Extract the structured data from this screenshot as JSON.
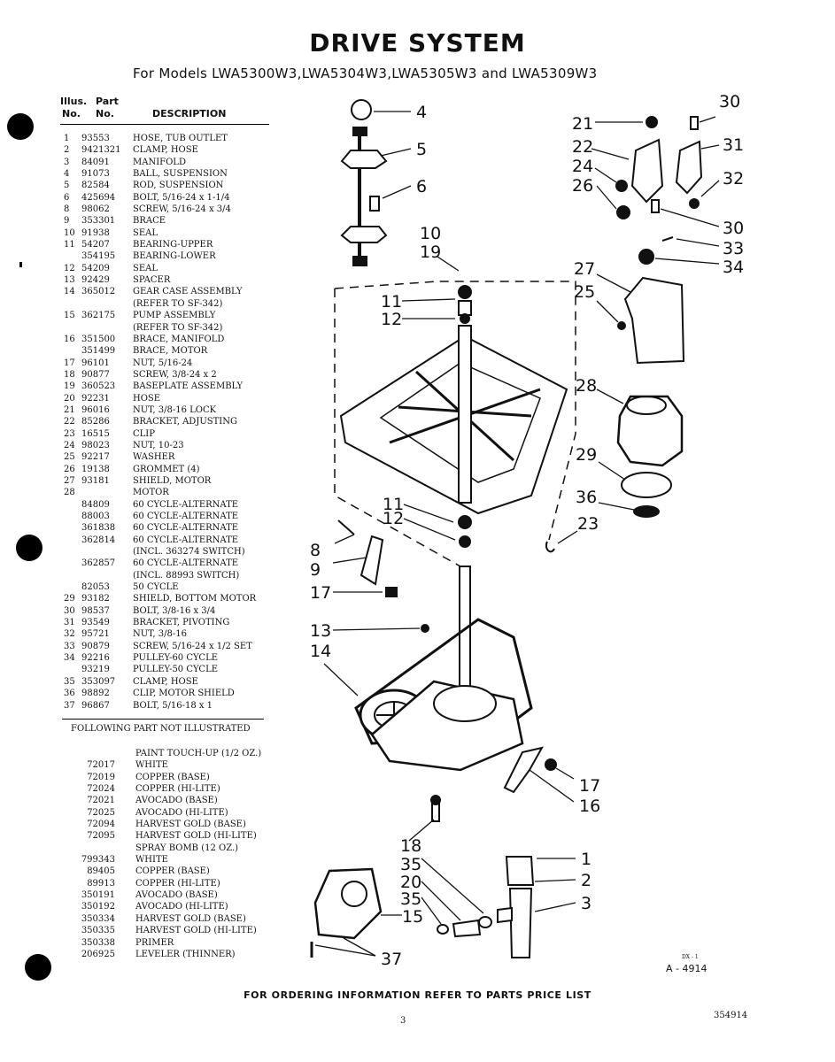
{
  "title": "DRIVE SYSTEM",
  "subtitle": "For Models LWA5300W3,LWA5304W3,LWA5305W3 and LWA5309W3",
  "table_header": {
    "illus_line1": "Illus.",
    "illus_line2": "No.",
    "part_line1": "Part",
    "part_line2": "No.",
    "description": "DESCRIPTION"
  },
  "parts": [
    {
      "no": "1",
      "part": "93553",
      "desc": "HOSE, TUB OUTLET"
    },
    {
      "no": "2",
      "part": "9421321",
      "desc": "CLAMP, HOSE"
    },
    {
      "no": "3",
      "part": "84091",
      "desc": "MANIFOLD"
    },
    {
      "no": "4",
      "part": "91073",
      "desc": "BALL, SUSPENSION"
    },
    {
      "no": "5",
      "part": "82584",
      "desc": "ROD, SUSPENSION"
    },
    {
      "no": "6",
      "part": "425694",
      "desc": "BOLT, 5/16-24 x 1-1/4"
    },
    {
      "no": "8",
      "part": "98062",
      "desc": "SCREW, 5/16-24 x 3/4"
    },
    {
      "no": "9",
      "part": "353301",
      "desc": "BRACE"
    },
    {
      "no": "10",
      "part": "91938",
      "desc": "SEAL"
    },
    {
      "no": "11",
      "part": "54207",
      "desc": "BEARING-UPPER"
    },
    {
      "no": "",
      "part": "354195",
      "desc": "BEARING-LOWER"
    },
    {
      "no": "12",
      "part": "54209",
      "desc": "SEAL"
    },
    {
      "no": "13",
      "part": "92429",
      "desc": "SPACER"
    },
    {
      "no": "14",
      "part": "365012",
      "desc": "GEAR CASE ASSEMBLY"
    },
    {
      "no": "",
      "part": "",
      "desc": "(REFER TO SF-342)"
    },
    {
      "no": "15",
      "part": "362175",
      "desc": "PUMP ASSEMBLY"
    },
    {
      "no": "",
      "part": "",
      "desc": "(REFER TO SF-342)"
    },
    {
      "no": "16",
      "part": "351500",
      "desc": "BRACE, MANIFOLD"
    },
    {
      "no": "",
      "part": "351499",
      "desc": "BRACE, MOTOR"
    },
    {
      "no": "17",
      "part": "96101",
      "desc": "NUT, 5/16-24"
    },
    {
      "no": "18",
      "part": "90877",
      "desc": "SCREW, 3/8-24 x 2"
    },
    {
      "no": "19",
      "part": "360523",
      "desc": "BASEPLATE ASSEMBLY"
    },
    {
      "no": "20",
      "part": "92231",
      "desc": "HOSE"
    },
    {
      "no": "21",
      "part": "96016",
      "desc": "NUT, 3/8-16 LOCK"
    },
    {
      "no": "22",
      "part": "85286",
      "desc": "BRACKET, ADJUSTING"
    },
    {
      "no": "23",
      "part": "16515",
      "desc": "CLIP"
    },
    {
      "no": "24",
      "part": "98023",
      "desc": "NUT, 10-23"
    },
    {
      "no": "25",
      "part": "92217",
      "desc": "WASHER"
    },
    {
      "no": "26",
      "part": "19138",
      "desc": "GROMMET (4)"
    },
    {
      "no": "27",
      "part": "93181",
      "desc": "SHIELD, MOTOR"
    },
    {
      "no": "28",
      "part": "",
      "desc": "MOTOR"
    },
    {
      "no": "",
      "part": "84809",
      "desc": "60 CYCLE-ALTERNATE"
    },
    {
      "no": "",
      "part": "88003",
      "desc": "60 CYCLE-ALTERNATE"
    },
    {
      "no": "",
      "part": "361838",
      "desc": "60 CYCLE-ALTERNATE"
    },
    {
      "no": "",
      "part": "362814",
      "desc": "60 CYCLE-ALTERNATE"
    },
    {
      "no": "",
      "part": "",
      "desc": "(INCL. 363274 SWITCH)"
    },
    {
      "no": "",
      "part": "362857",
      "desc": "60 CYCLE-ALTERNATE"
    },
    {
      "no": "",
      "part": "",
      "desc": "(INCL. 88993 SWITCH)"
    },
    {
      "no": "",
      "part": "82053",
      "desc": "50 CYCLE"
    },
    {
      "no": "29",
      "part": "93182",
      "desc": "SHIELD, BOTTOM MOTOR"
    },
    {
      "no": "30",
      "part": "98537",
      "desc": "BOLT, 3/8-16 x 3/4"
    },
    {
      "no": "31",
      "part": "93549",
      "desc": "BRACKET, PIVOTING"
    },
    {
      "no": "32",
      "part": "95721",
      "desc": "NUT, 3/8-16"
    },
    {
      "no": "33",
      "part": "90879",
      "desc": "SCREW, 5/16-24 x 1/2 SET"
    },
    {
      "no": "34",
      "part": "92216",
      "desc": "PULLEY-60 CYCLE"
    },
    {
      "no": "",
      "part": "93219",
      "desc": "PULLEY-50 CYCLE"
    },
    {
      "no": "35",
      "part": "353097",
      "desc": "CLAMP, HOSE"
    },
    {
      "no": "36",
      "part": "98892",
      "desc": "CLIP, MOTOR SHIELD"
    },
    {
      "no": "37",
      "part": "96867",
      "desc": "BOLT, 5/16-18 x 1"
    }
  ],
  "not_illustrated_title": "FOLLOWING PART NOT ILLUSTRATED",
  "paint_parts": [
    {
      "part": "",
      "desc": "PAINT TOUCH-UP (1/2 OZ.)"
    },
    {
      "part": "72017",
      "desc": "WHITE"
    },
    {
      "part": "72019",
      "desc": "COPPER (BASE)"
    },
    {
      "part": "72024",
      "desc": "COPPER (HI-LITE)"
    },
    {
      "part": "72021",
      "desc": "AVOCADO (BASE)"
    },
    {
      "part": "72025",
      "desc": "AVOCADO (HI-LITE)"
    },
    {
      "part": "72094",
      "desc": "HARVEST GOLD (BASE)"
    },
    {
      "part": "72095",
      "desc": "HARVEST GOLD (HI-LITE)"
    },
    {
      "part": "",
      "desc": "SPRAY BOMB (12 OZ.)"
    },
    {
      "part": "799343",
      "desc": "WHITE"
    },
    {
      "part": "89405",
      "desc": "COPPER (BASE)"
    },
    {
      "part": "89913",
      "desc": "COPPER (HI-LITE)"
    },
    {
      "part": "350191",
      "desc": "AVOCADO (BASE)"
    },
    {
      "part": "350192",
      "desc": "AVOCADO (HI-LITE)"
    },
    {
      "part": "350334",
      "desc": "HARVEST GOLD (BASE)"
    },
    {
      "part": "350335",
      "desc": "HARVEST GOLD (HI-LITE)"
    },
    {
      "part": "350338",
      "desc": "PRIMER"
    },
    {
      "part": "206925",
      "desc": "LEVELER (THINNER)"
    }
  ],
  "callouts": {
    "c4": "4",
    "c5": "5",
    "c6": "6",
    "c10": "10",
    "c19": "19",
    "c11a": "11",
    "c12a": "12",
    "c11b": "11",
    "c12b": "12",
    "c8": "8",
    "c9": "9",
    "c17a": "17",
    "c13": "13",
    "c14": "14",
    "c21": "21",
    "c22": "22",
    "c24": "24",
    "c26": "26",
    "c30a": "30",
    "c31": "31",
    "c32": "32",
    "c30b": "30",
    "c33": "33",
    "c34": "34",
    "c27": "27",
    "c25": "25",
    "c28": "28",
    "c29": "29",
    "c36": "36",
    "c23": "23",
    "c17b": "17",
    "c16": "16",
    "c18": "18",
    "c35a": "35",
    "c20": "20",
    "c35b": "35",
    "c15": "15",
    "c37": "37",
    "c1": "1",
    "c2": "2",
    "c3": "3"
  },
  "figure_small": "DX - 1",
  "figure_id": "A - 4914",
  "footer": "FOR ORDERING INFORMATION REFER TO PARTS PRICE LIST",
  "page_number": "3",
  "doc_number": "354914"
}
